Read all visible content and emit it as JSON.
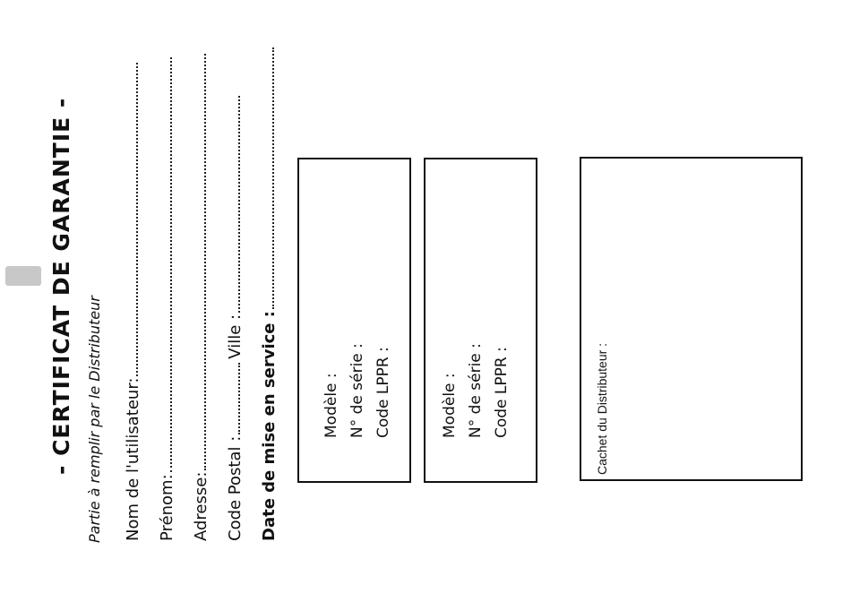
{
  "title": "- CERTIFICAT DE GARANTIE -",
  "subtitle": "Partie à remplir par le Distributeur",
  "fields": {
    "nom": "Nom de l'utilisateur:",
    "prenom": "Prénom:",
    "adresse": "Adresse:",
    "code_postal": "Code Postal :",
    "ville": "Ville :",
    "date": "Date de mise en service :"
  },
  "product_box_1": {
    "modele": "Modèle :",
    "serie": "N° de série :",
    "lppr": "Code LPPR :"
  },
  "product_box_2": {
    "modele": "Modèle :",
    "serie": "N° de série :",
    "lppr": "Code LPPR :"
  },
  "stamp": {
    "label": "Cachet du Distributeur :"
  }
}
